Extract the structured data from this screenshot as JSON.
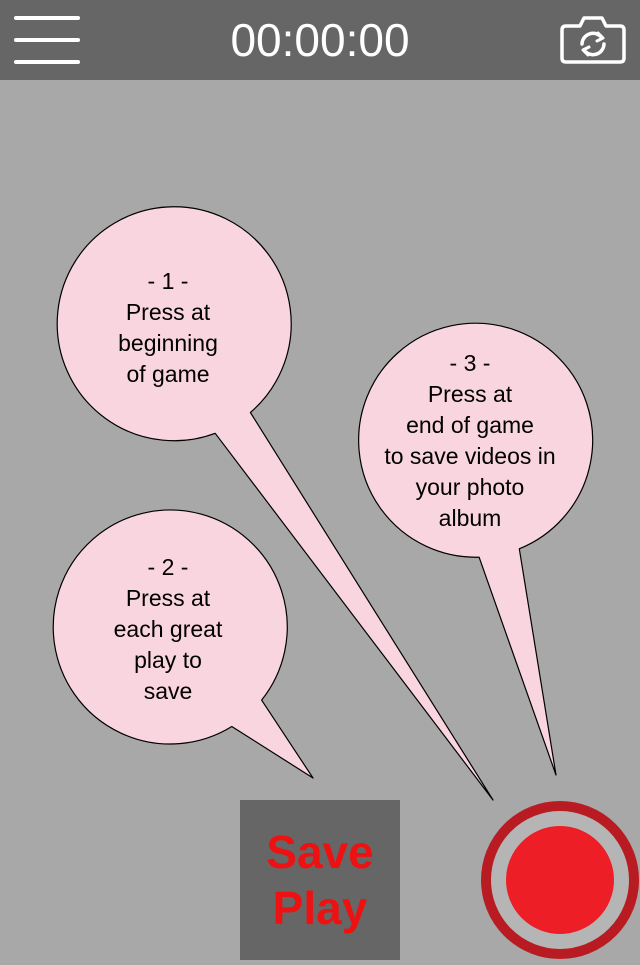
{
  "header": {
    "timer": "00:00:00",
    "menu_icon": "hamburger-menu-icon",
    "camera_icon": "camera-switch-icon"
  },
  "tooltips": {
    "step1": "- 1 -\nPress at\nbeginning\nof game",
    "step2": "- 2 -\nPress at\neach great\nplay to\nsave",
    "step3": "- 3 -\nPress at\nend of game\nto save videos in\nyour photo\nalbum"
  },
  "controls": {
    "save_play_label": "Save\nPlay",
    "record_icon": "record-icon"
  },
  "colors": {
    "background": "#a8a8a8",
    "topbar": "#666666",
    "bubble_fill": "#f9d5df",
    "save_text": "#ee1111",
    "record_red": "#ee1e26",
    "record_ring": "#b81c22"
  }
}
